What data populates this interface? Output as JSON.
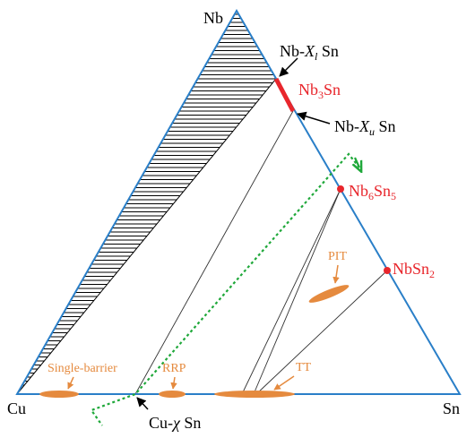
{
  "vertices": {
    "top": "Nb",
    "left": "Cu",
    "right": "Sn"
  },
  "boundaries": {
    "lower": {
      "prefix": "Nb-",
      "var": "X",
      "sub": "l",
      "suffix": " Sn"
    },
    "upper": {
      "prefix": "Nb-",
      "var": "X",
      "sub": "u",
      "suffix": " Sn"
    },
    "cu": {
      "prefix": "Cu-",
      "var": "χ",
      "suffix": " Sn"
    }
  },
  "phases": {
    "nb3sn": {
      "base": "Nb",
      "sub1": "3",
      "mid": "Sn",
      "sub2": ""
    },
    "nb6sn5": {
      "base": "Nb",
      "sub1": "6",
      "mid": "Sn",
      "sub2": "5"
    },
    "nbsn2": {
      "base": "NbSn",
      "sub1": "",
      "mid": "",
      "sub2": "2"
    }
  },
  "wire_types": {
    "single_barrier": "Single-barrier",
    "rrp": "RRP",
    "tt": "TT",
    "pit": "PIT"
  },
  "colors": {
    "triangle": "#2a7fc8",
    "phase_label": "#e8262c",
    "wire_region": "#e58a3e",
    "diffusion_path": "#1fa83a",
    "hatch": "#000000",
    "tie_line": "#333333"
  }
}
